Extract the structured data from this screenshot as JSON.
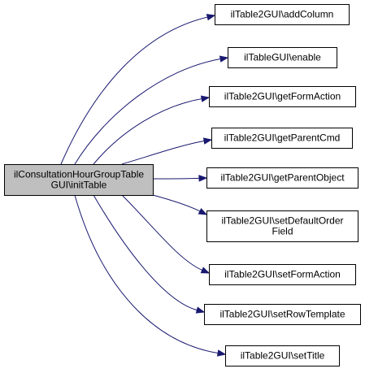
{
  "graph": {
    "root": {
      "lines": [
        "ilConsultationHourGroupTable",
        "GUI\\initTable"
      ]
    },
    "nodes": [
      {
        "id": "addColumn",
        "lines": [
          "ilTable2GUI\\addColumn"
        ]
      },
      {
        "id": "enable",
        "lines": [
          "ilTableGUI\\enable"
        ]
      },
      {
        "id": "getFormAction",
        "lines": [
          "ilTable2GUI\\getFormAction"
        ]
      },
      {
        "id": "getParentCmd",
        "lines": [
          "ilTable2GUI\\getParentCmd"
        ]
      },
      {
        "id": "getParentObject",
        "lines": [
          "ilTable2GUI\\getParentObject"
        ]
      },
      {
        "id": "setDefaultOrderField",
        "lines": [
          "ilTable2GUI\\setDefaultOrder",
          "Field"
        ]
      },
      {
        "id": "setFormAction",
        "lines": [
          "ilTable2GUI\\setFormAction"
        ]
      },
      {
        "id": "setRowTemplate",
        "lines": [
          "ilTable2GUI\\setRowTemplate"
        ]
      },
      {
        "id": "setTitle",
        "lines": [
          "ilTable2GUI\\setTitle"
        ]
      }
    ],
    "edge_color": "#191970",
    "root_fill": "#bfbfbf"
  }
}
